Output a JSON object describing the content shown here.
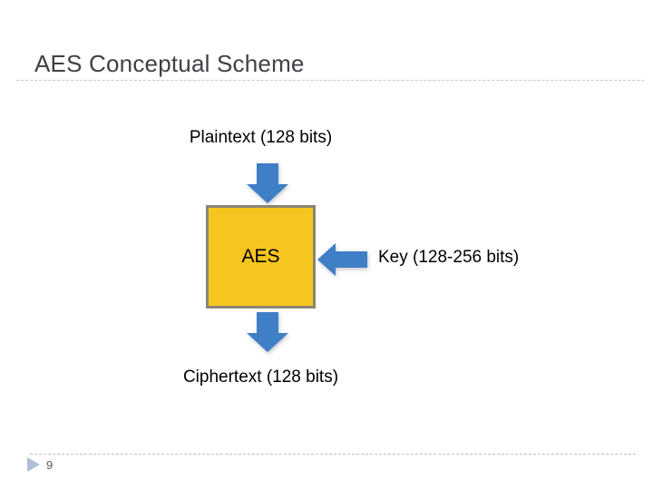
{
  "slide": {
    "title": "AES Conceptual Scheme",
    "page_number": "9"
  },
  "diagram": {
    "plaintext_label": "Plaintext (128 bits)",
    "ciphertext_label": "Ciphertext (128 bits)",
    "key_label": "Key (128-256 bits)",
    "box_label": "AES",
    "arrows": [
      {
        "name": "plaintext-to-aes",
        "direction": "down"
      },
      {
        "name": "key-to-aes",
        "direction": "left"
      },
      {
        "name": "aes-to-ciphertext",
        "direction": "down"
      }
    ]
  },
  "colors": {
    "title_text": "#3f3f46",
    "rule": "#c3c8d2",
    "box_fill": "#f7c51f",
    "box_border": "#8c8575",
    "arrow_blue": "#3f7fc6",
    "footer_marker": "#aebfd4",
    "body_text": "#000000",
    "background": "#ffffff"
  }
}
